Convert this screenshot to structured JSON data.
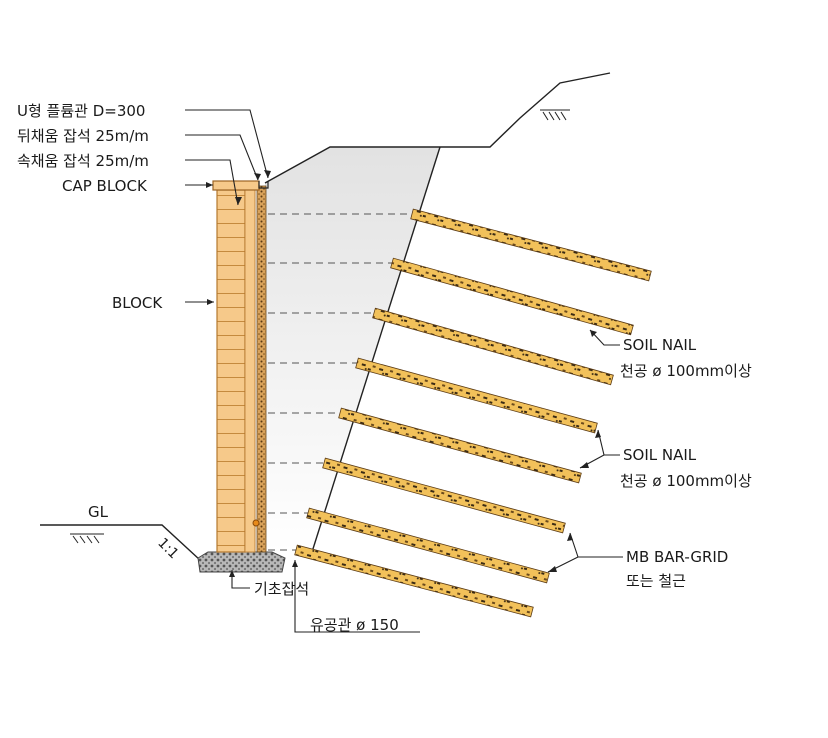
{
  "labels": {
    "u_gutter": "U형 플륨관 D=300",
    "back_fill": "뒤채움 잡석 25m/m",
    "inner_fill": "속채움 잡석 25m/m",
    "cap_block": "CAP BLOCK",
    "block": "BLOCK",
    "gl": "GL",
    "slope": "1:1",
    "foundation": "기초잡석",
    "drain_pipe": "유공관  ø 150",
    "soil_nail_1": "SOIL NAIL",
    "soil_nail_1_spec": "천공  ø 100mm이상",
    "soil_nail_2": "SOIL NAIL",
    "soil_nail_2_spec": "천공  ø 100mm이상",
    "mb_bar_grid": "MB BAR-GRID",
    "mb_bar_grid_2": "또는 철근"
  },
  "colors": {
    "block_fill": "#f6c98a",
    "block_line": "#b4782e",
    "nail_fill": "#f2c15a",
    "nail_dark": "#3a2a14",
    "soil_gradient_top": "#e4e4e4",
    "soil_gradient_bottom": "#ffffff",
    "line": "#222222"
  }
}
